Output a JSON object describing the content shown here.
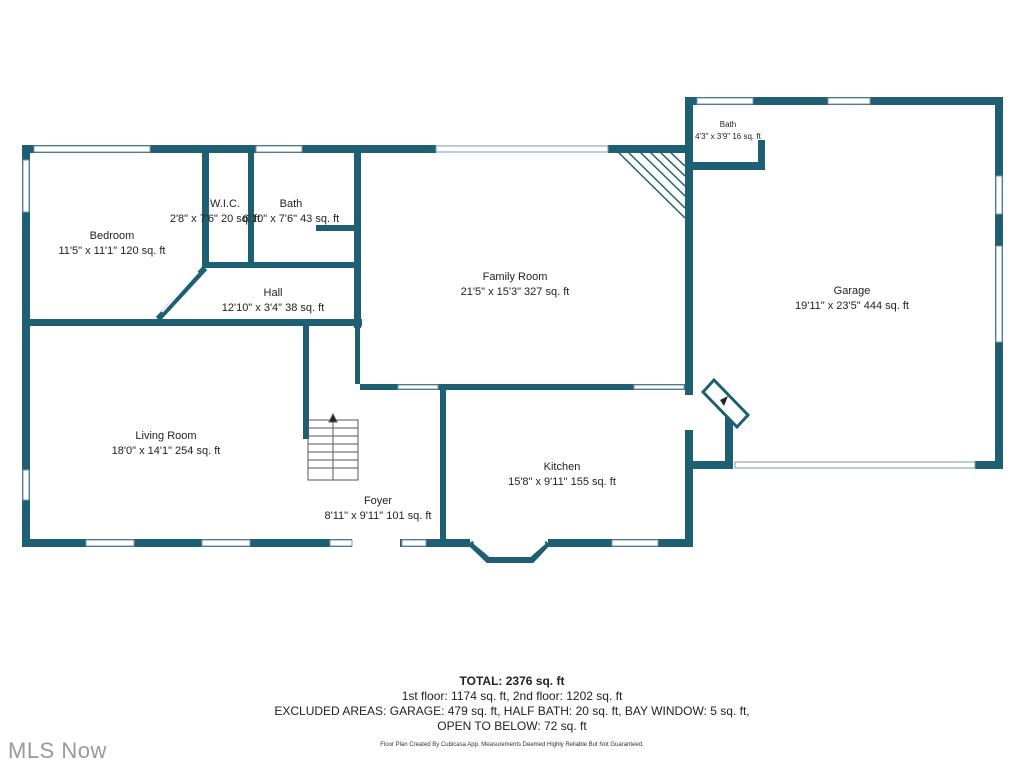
{
  "colors": {
    "wall": "#1f5f74",
    "window": "#ffffff",
    "window_frame": "#7b9aa6"
  },
  "rooms": {
    "bedroom": {
      "name": "Bedroom",
      "dims": "11'5\" x 11'1\" 120 sq. ft"
    },
    "wic": {
      "name": "W.I.C.",
      "dims": "2'8\" x 7'6\" 20 sq. ft"
    },
    "bath": {
      "name": "Bath",
      "dims": "6'10\" x 7'6\" 43 sq. ft"
    },
    "hall": {
      "name": "Hall",
      "dims": "12'10\" x 3'4\" 38 sq. ft"
    },
    "family_room": {
      "name": "Family Room",
      "dims": "21'5\" x 15'3\" 327 sq. ft"
    },
    "bath2": {
      "name": "Bath",
      "dims": "4'3\" x 3'9\" 16 sq. ft"
    },
    "garage": {
      "name": "Garage",
      "dims": "19'11\" x 23'5\" 444 sq. ft"
    },
    "living_room": {
      "name": "Living Room",
      "dims": "18'0\" x 14'1\" 254 sq. ft"
    },
    "foyer": {
      "name": "Foyer",
      "dims": "8'11\" x 9'11\" 101 sq. ft"
    },
    "kitchen": {
      "name": "Kitchen",
      "dims": "15'8\" x 9'11\" 155 sq. ft"
    }
  },
  "summary": {
    "total": "TOTAL: 2376 sq. ft",
    "floors": "1st floor: 1174 sq. ft, 2nd floor: 1202 sq. ft",
    "excluded": "EXCLUDED AREAS: GARAGE: 479 sq. ft, HALF BATH: 20 sq. ft, BAY WINDOW: 5 sq. ft,",
    "open_to_below": "OPEN TO BELOW: 72 sq. ft"
  },
  "credit": "Floor Plan Created By Cubicasa App. Measurements Deemed Highly Reliable But Not Guaranteed.",
  "watermark": "MLS Now"
}
